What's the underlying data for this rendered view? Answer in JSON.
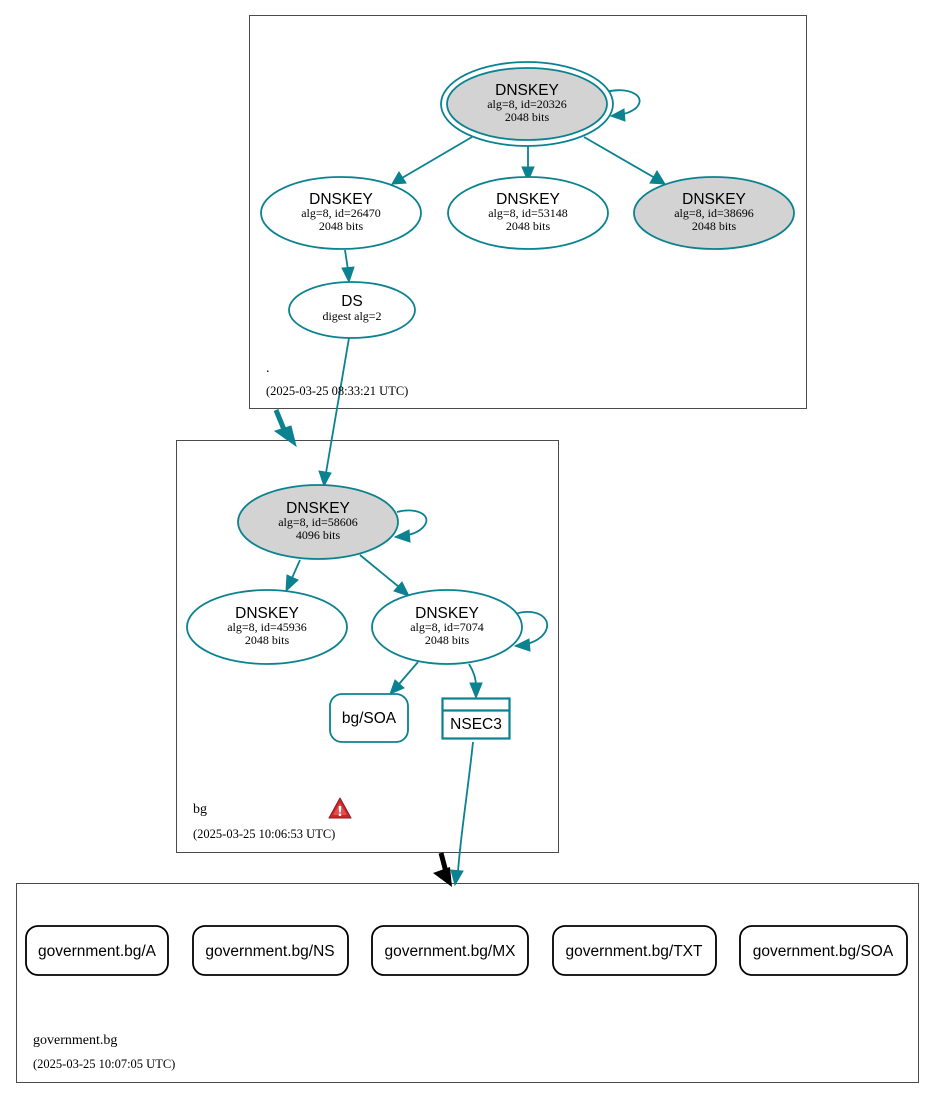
{
  "zones": {
    "root": {
      "name": ".",
      "timestamp": "(2025-03-25 08:33:21 UTC)",
      "nodes": {
        "ksk": {
          "title": "DNSKEY",
          "line1": "alg=8, id=20326",
          "line2": "2048 bits"
        },
        "zsk_a": {
          "title": "DNSKEY",
          "line1": "alg=8, id=26470",
          "line2": "2048 bits"
        },
        "zsk_b": {
          "title": "DNSKEY",
          "line1": "alg=8, id=53148",
          "line2": "2048 bits"
        },
        "zsk_c": {
          "title": "DNSKEY",
          "line1": "alg=8, id=38696",
          "line2": "2048 bits"
        },
        "ds": {
          "title": "DS",
          "line1": "digest alg=2"
        }
      }
    },
    "bg": {
      "name": "bg",
      "timestamp": "(2025-03-25 10:06:53 UTC)",
      "warning": "!",
      "nodes": {
        "ksk": {
          "title": "DNSKEY",
          "line1": "alg=8, id=58606",
          "line2": "4096 bits"
        },
        "zsk_a": {
          "title": "DNSKEY",
          "line1": "alg=8, id=45936",
          "line2": "2048 bits"
        },
        "zsk_b": {
          "title": "DNSKEY",
          "line1": "alg=8, id=7074",
          "line2": "2048 bits"
        },
        "soa": {
          "label": "bg/SOA"
        },
        "nsec3": {
          "label": "NSEC3"
        }
      }
    },
    "gov": {
      "name": "government.bg",
      "timestamp": "(2025-03-25 10:07:05 UTC)",
      "records": [
        "government.bg/A",
        "government.bg/NS",
        "government.bg/MX",
        "government.bg/TXT",
        "government.bg/SOA"
      ]
    }
  },
  "colors": {
    "edge": "#0a8290",
    "ksk_fill": "#d3d3d3",
    "zone_border": "#4a4a4a",
    "delegation_insecure": "#000000",
    "warning": "#c8282d"
  }
}
